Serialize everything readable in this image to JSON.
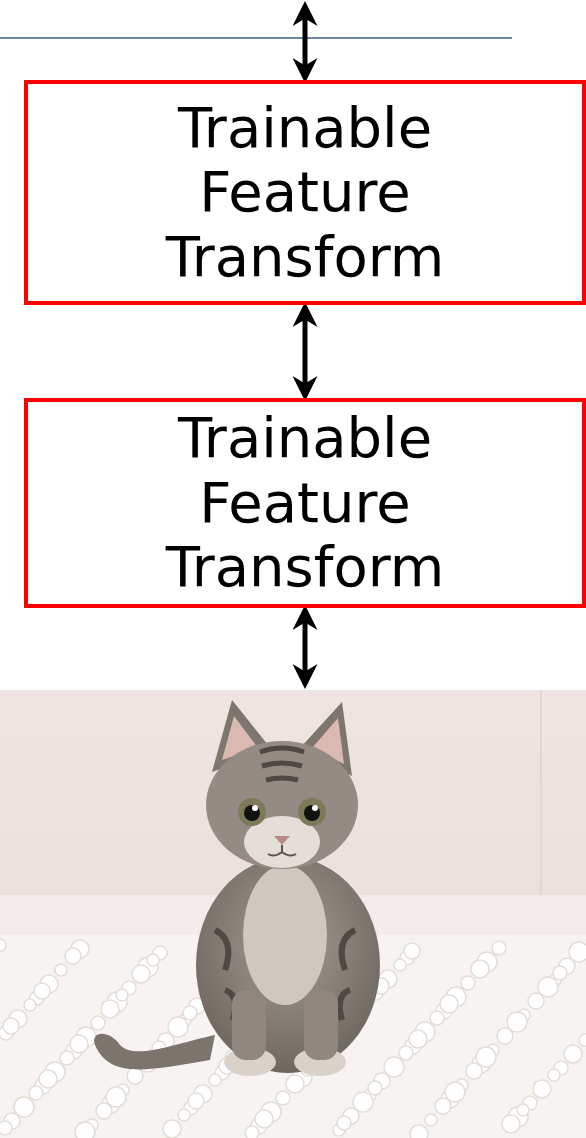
{
  "diagram": {
    "nodes": [
      {
        "text": [
          "Trainable Feature Transform"
        ]
      },
      {
        "text": [
          "Trainable Feature Transform"
        ]
      }
    ],
    "edges": [
      {
        "from": 0,
        "to": 1,
        "arrow": "both"
      }
    ]
  }
}
